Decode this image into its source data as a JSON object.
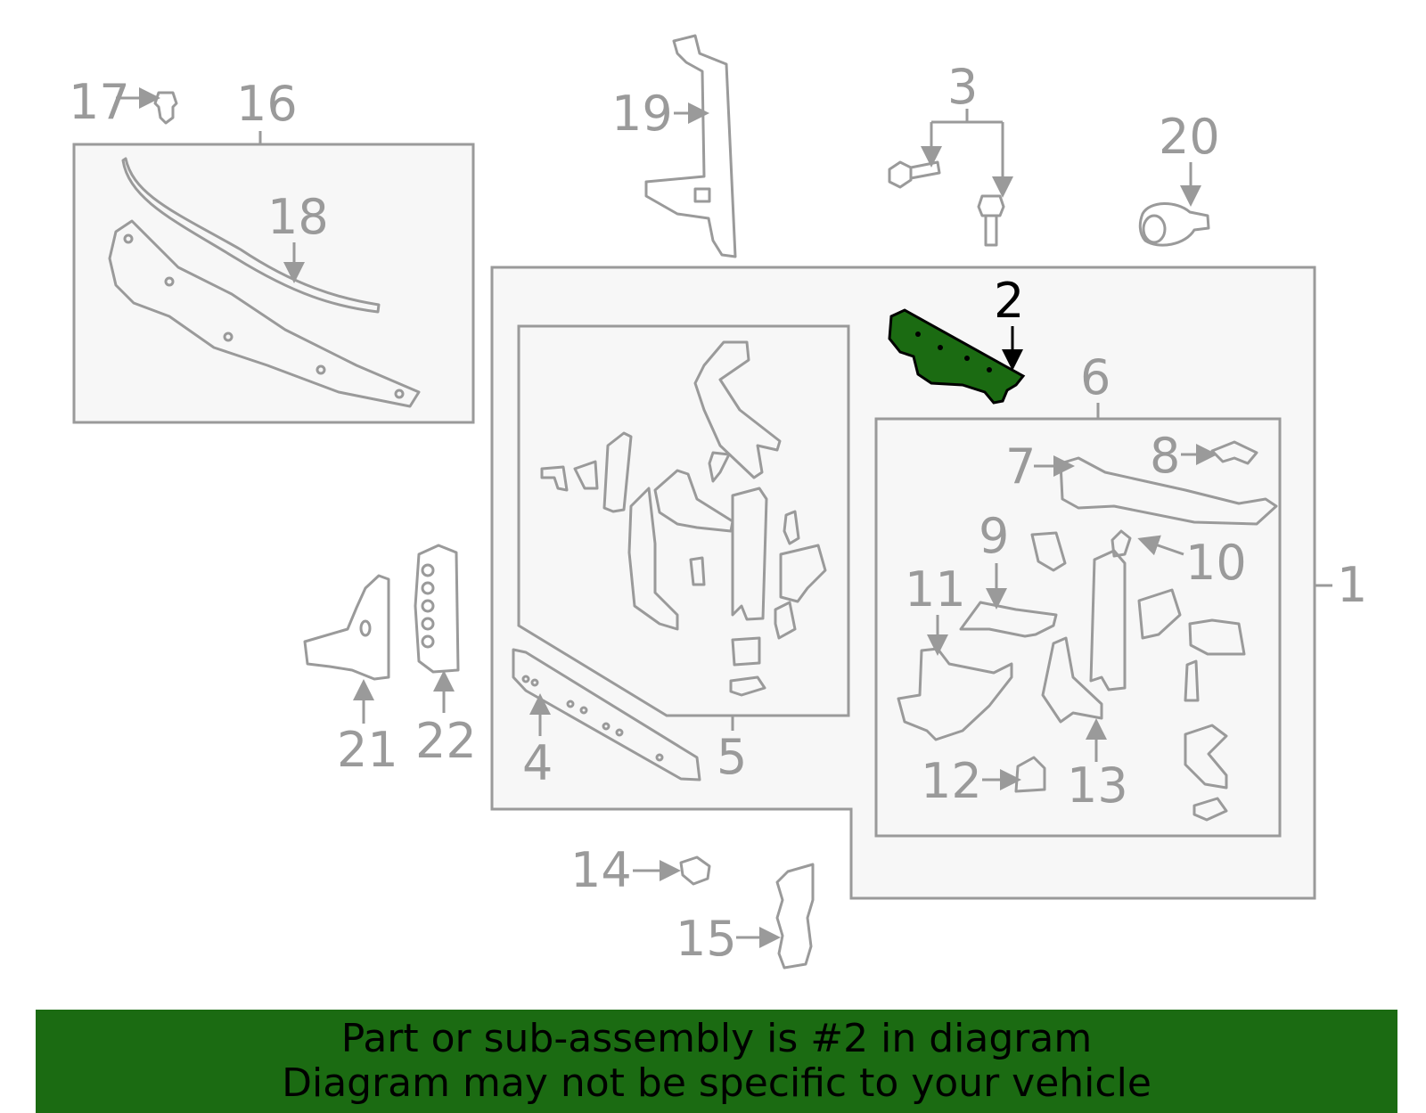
{
  "callouts": {
    "c1": "1",
    "c2": "2",
    "c3": "3",
    "c4": "4",
    "c5": "5",
    "c6": "6",
    "c7": "7",
    "c8": "8",
    "c9": "9",
    "c10": "10",
    "c11": "11",
    "c12": "12",
    "c13": "13",
    "c14": "14",
    "c15": "15",
    "c16": "16",
    "c17": "17",
    "c18": "18",
    "c19": "19",
    "c20": "20",
    "c21": "21",
    "c22": "22"
  },
  "highlighted_part": "2",
  "colors": {
    "highlight": "#1b6b12",
    "line": "#9a9a9a",
    "box_fill": "#f7f7f7"
  },
  "banner": {
    "line1": "Part or sub-assembly is #2 in diagram",
    "line2": "Diagram may not be specific to your vehicle"
  }
}
